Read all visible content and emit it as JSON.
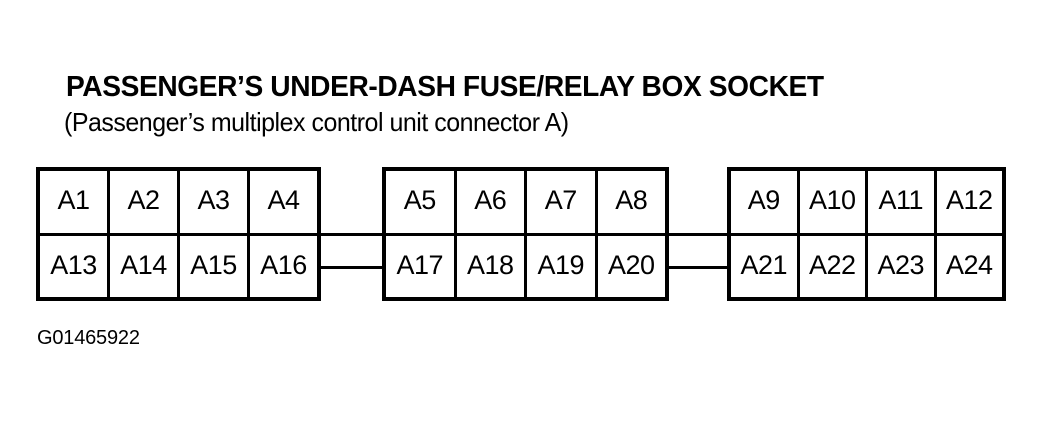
{
  "diagram": {
    "title": "PASSENGER’S UNDER-DASH FUSE/RELAY BOX SOCKET",
    "subtitle": "(Passenger’s multiplex control unit connector A)",
    "caption": "G01465922",
    "colors": {
      "line": "#000000",
      "background": "#ffffff",
      "text": "#000000"
    },
    "blocks": [
      {
        "name": "connector-block-1",
        "rows": [
          {
            "cells": [
              "A1",
              "A2",
              "A3",
              "A4"
            ]
          },
          {
            "cells": [
              "A13",
              "A14",
              "A15",
              "A16"
            ]
          }
        ]
      },
      {
        "name": "connector-block-2",
        "rows": [
          {
            "cells": [
              "A5",
              "A6",
              "A7",
              "A8"
            ]
          },
          {
            "cells": [
              "A17",
              "A18",
              "A19",
              "A20"
            ]
          }
        ]
      },
      {
        "name": "connector-block-3",
        "rows": [
          {
            "cells": [
              "A9",
              "A10",
              "A11",
              "A12"
            ]
          },
          {
            "cells": [
              "A21",
              "A22",
              "A23",
              "A24"
            ]
          }
        ]
      }
    ],
    "links": [
      {
        "name": "link-block1-block2-upper"
      },
      {
        "name": "link-block1-block2-lower"
      },
      {
        "name": "link-block2-block3-upper"
      },
      {
        "name": "link-block2-block3-lower"
      }
    ]
  }
}
